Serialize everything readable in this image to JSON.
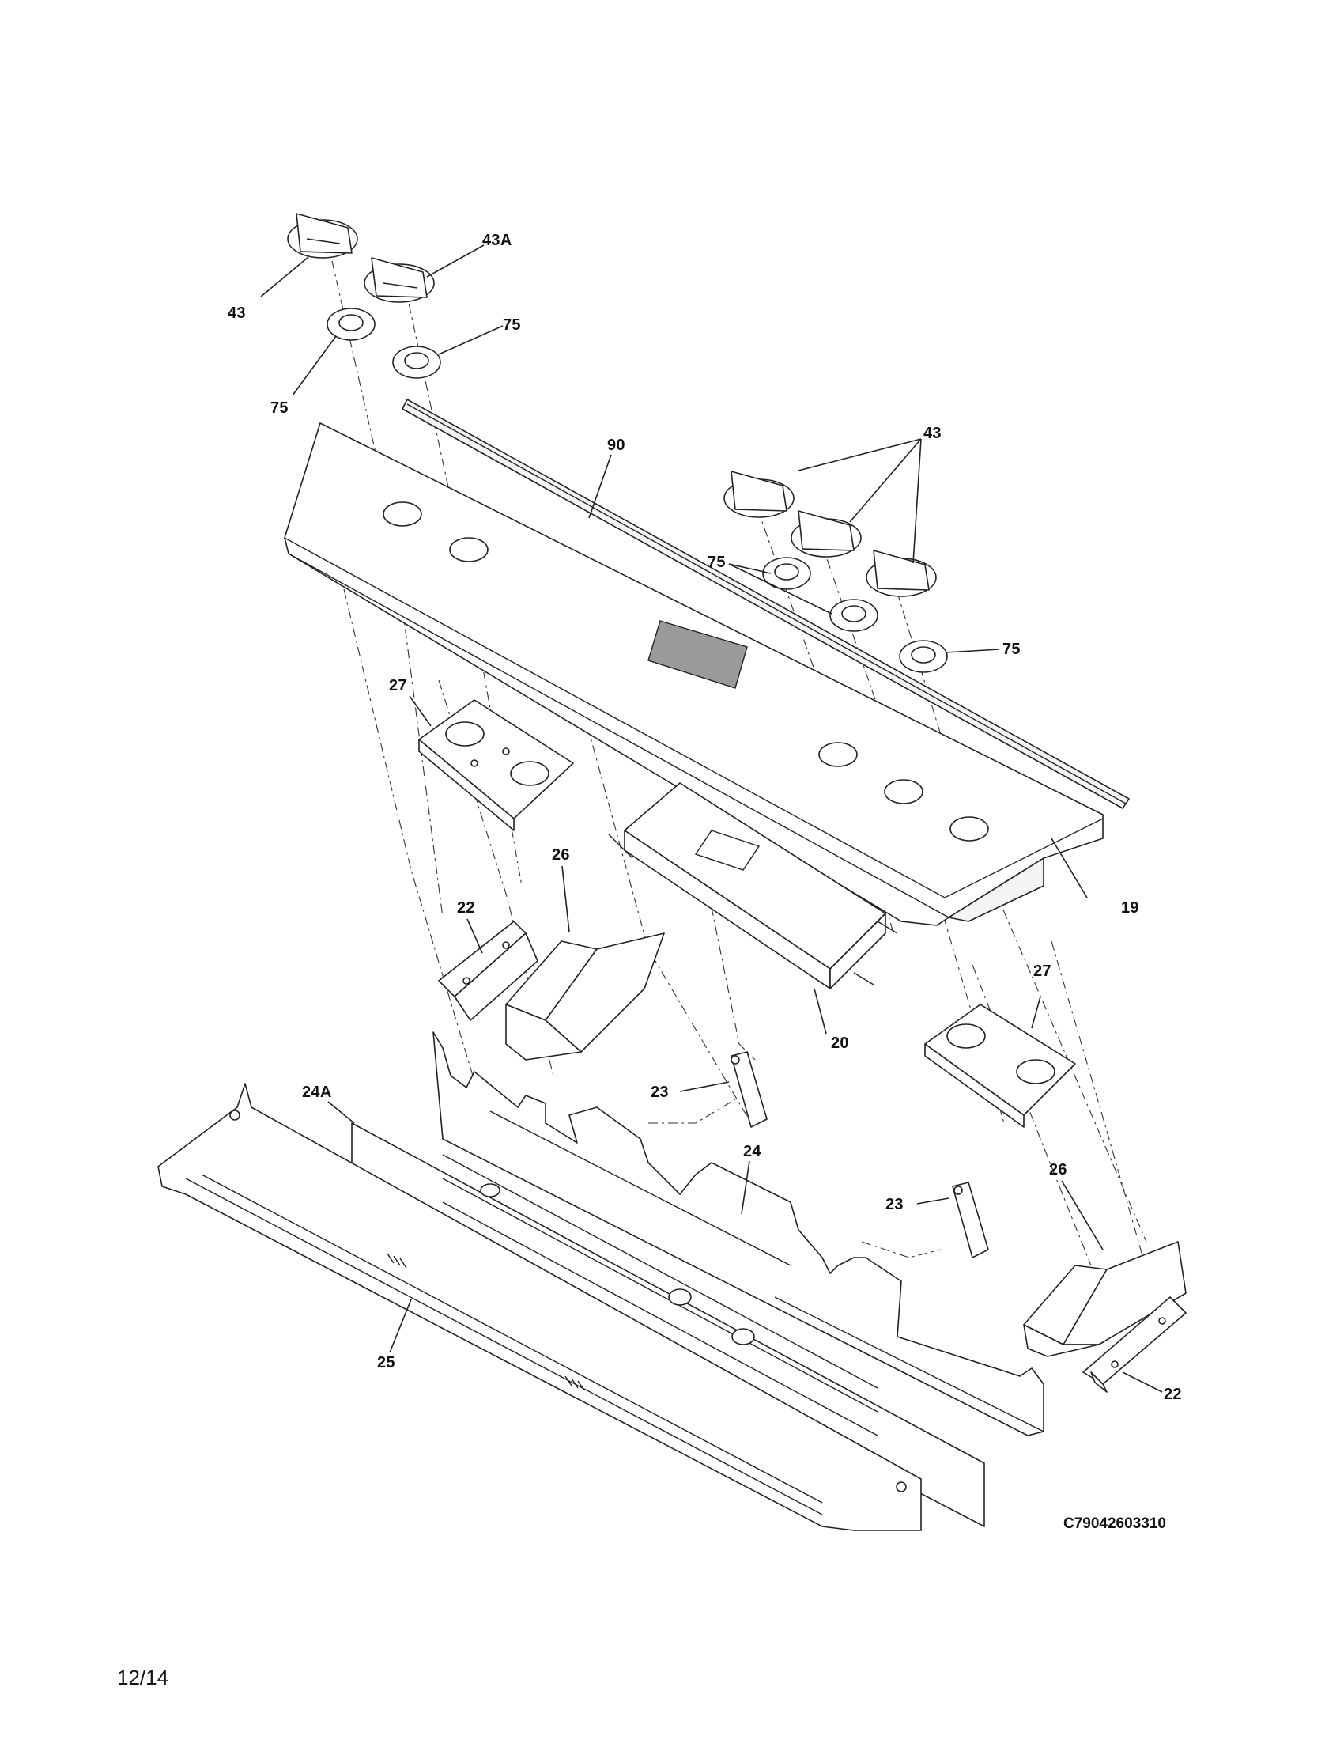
{
  "diagram": {
    "callouts": {
      "c43_top": "43",
      "c43a": "43A",
      "c75_a": "75",
      "c75_b": "75",
      "c90": "90",
      "c43_right": "43",
      "c75_c": "75",
      "c75_d": "75",
      "c27_left": "27",
      "c26_left": "26",
      "c22_left": "22",
      "c19": "19",
      "c20": "20",
      "c27_right": "27",
      "c23_a": "23",
      "c24a": "24A",
      "c24": "24",
      "c26_right": "26",
      "c23_b": "23",
      "c25": "25",
      "c22_right": "22"
    },
    "drawing_code": "C79042603310",
    "page_number": "12/14"
  }
}
